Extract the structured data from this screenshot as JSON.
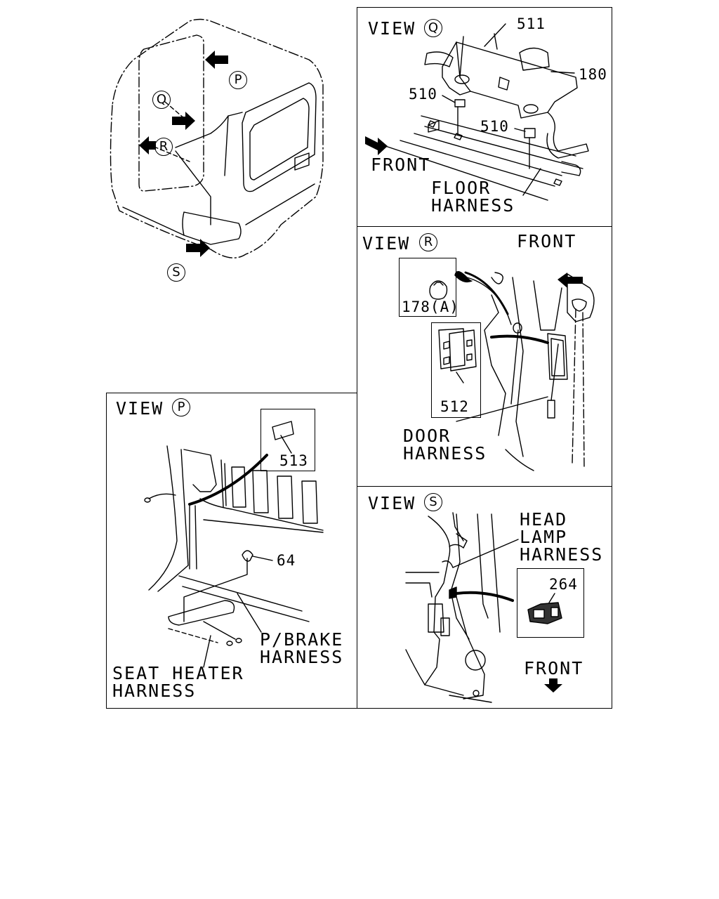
{
  "cab": {
    "callouts": {
      "p": "P",
      "q": "Q",
      "r": "R",
      "s": "S"
    }
  },
  "view_q": {
    "title": "VIEW",
    "letter": "Q",
    "parts": {
      "p511": "511",
      "p180": "180",
      "p510a": "510",
      "p510b": "510"
    },
    "front": "FRONT",
    "floor_harness": "FLOOR\nHARNESS"
  },
  "view_r": {
    "title": "VIEW",
    "letter": "R",
    "front": "FRONT",
    "parts": {
      "p178": "178(A)",
      "p512": "512"
    },
    "door_harness": "DOOR\nHARNESS"
  },
  "view_p": {
    "title": "VIEW",
    "letter": "P",
    "parts": {
      "p513": "513",
      "p64": "64"
    },
    "pbrake_harness": "P/BRAKE\nHARNESS",
    "seat_heater_harness": "SEAT HEATER\nHARNESS"
  },
  "view_s": {
    "title": "VIEW",
    "letter": "S",
    "head_lamp_harness": "HEAD\nLAMP\nHARNESS",
    "parts": {
      "p264": "264"
    },
    "front": "FRONT"
  }
}
